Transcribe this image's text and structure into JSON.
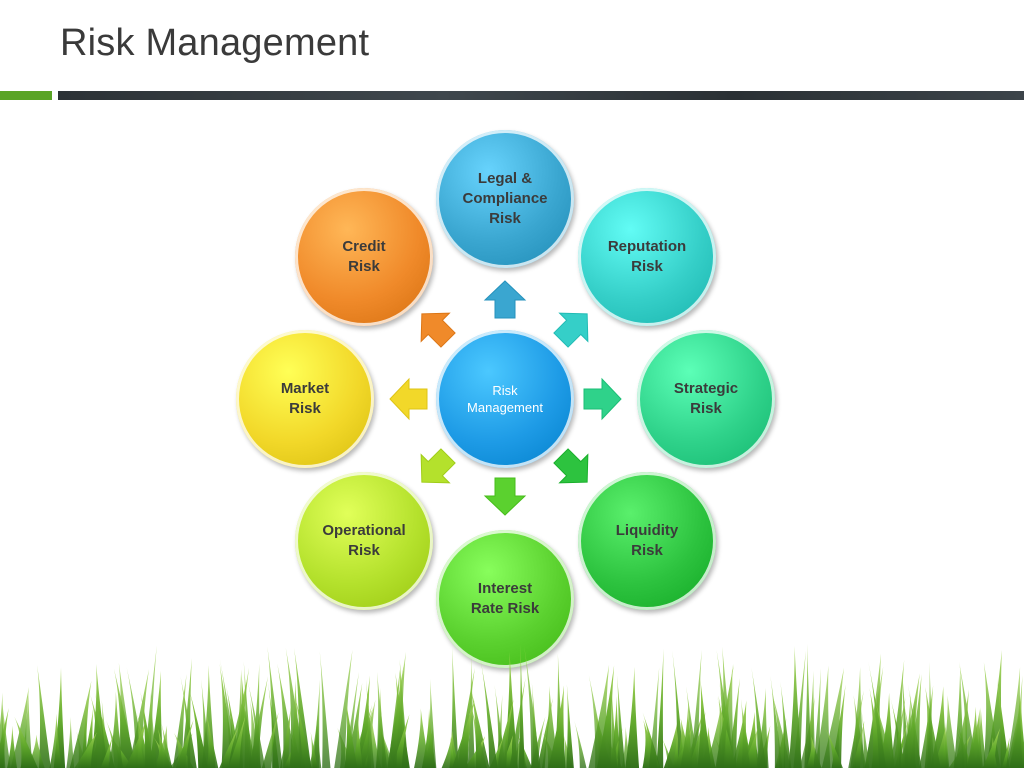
{
  "title": "Risk Management",
  "center": {
    "label": "Risk\nManagement",
    "color": "#1e9be6"
  },
  "nodes": [
    {
      "id": "legal",
      "label": "Legal &\nCompliance\nRisk",
      "color": "#3aa6d0"
    },
    {
      "id": "reputation",
      "label": "Reputation\nRisk",
      "color": "#35cfc8"
    },
    {
      "id": "strategic",
      "label": "Strategic\nRisk",
      "color": "#2fd28a"
    },
    {
      "id": "liquidity",
      "label": "Liquidity\nRisk",
      "color": "#2dc33f"
    },
    {
      "id": "interest",
      "label": "Interest\nRate Risk",
      "color": "#5bd12f"
    },
    {
      "id": "operational",
      "label": "Operational\nRisk",
      "color": "#b4e12c"
    },
    {
      "id": "market",
      "label": "Market\nRisk",
      "color": "#f2d829"
    },
    {
      "id": "credit",
      "label": "Credit\nRisk",
      "color": "#f08a2a"
    }
  ]
}
